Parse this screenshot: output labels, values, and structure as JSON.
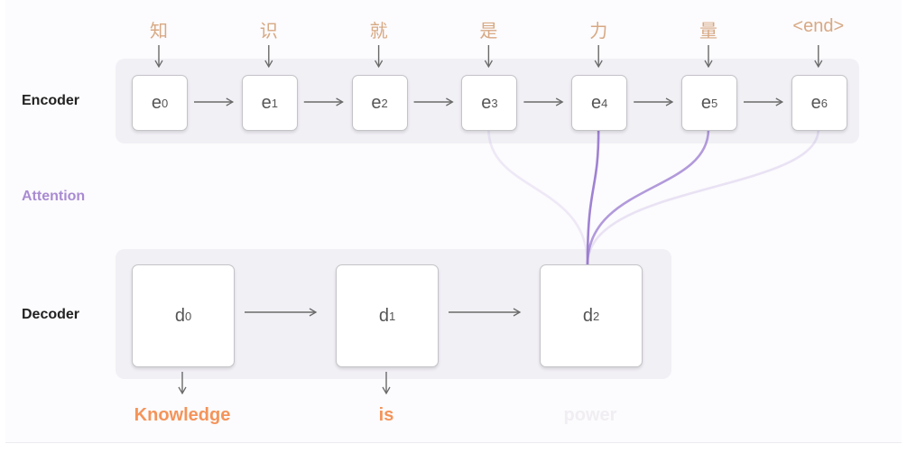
{
  "labels": {
    "encoder": "Encoder",
    "attention": "Attention",
    "decoder": "Decoder"
  },
  "encoder": {
    "inputs": [
      "知",
      "识",
      "就",
      "是",
      "力",
      "量",
      "<end>"
    ],
    "nodes": [
      {
        "base": "e",
        "index": "0"
      },
      {
        "base": "e",
        "index": "1"
      },
      {
        "base": "e",
        "index": "2"
      },
      {
        "base": "e",
        "index": "3"
      },
      {
        "base": "e",
        "index": "4"
      },
      {
        "base": "e",
        "index": "5"
      },
      {
        "base": "e",
        "index": "6"
      }
    ]
  },
  "decoder": {
    "nodes": [
      {
        "base": "d",
        "index": "0"
      },
      {
        "base": "d",
        "index": "1"
      },
      {
        "base": "d",
        "index": "2"
      }
    ],
    "outputs": [
      "Knowledge",
      "is",
      "power"
    ],
    "output_visible": [
      true,
      true,
      false
    ]
  },
  "attention": {
    "target_decoder_index": 2,
    "weights": [
      {
        "encoder_index": 3,
        "strength": 0.15
      },
      {
        "encoder_index": 4,
        "strength": 1.0
      },
      {
        "encoder_index": 5,
        "strength": 0.8
      },
      {
        "encoder_index": 6,
        "strength": 0.2
      }
    ]
  },
  "colors": {
    "attention": "#9a7bd0",
    "token": "#d7a984",
    "output": "#f4945a",
    "arrow": "#6a6a6a"
  }
}
